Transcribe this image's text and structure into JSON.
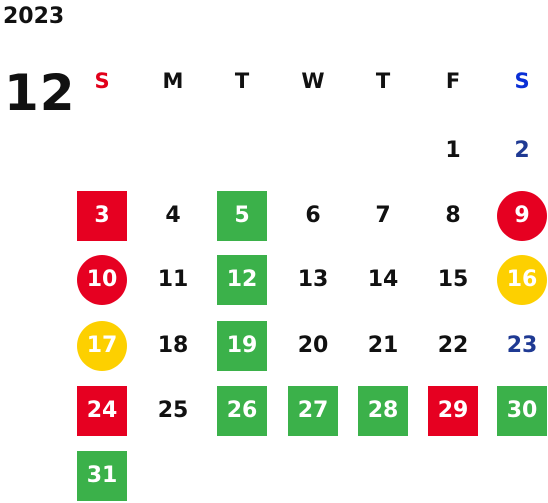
{
  "calendar": {
    "year": "2023",
    "month": "12",
    "weekdays": [
      "S",
      "M",
      "T",
      "W",
      "T",
      "F",
      "S"
    ],
    "weeks": [
      [
        null,
        null,
        null,
        null,
        null,
        {
          "day": "1",
          "style": "plain"
        },
        {
          "day": "2",
          "style": "sat-plain"
        }
      ],
      [
        {
          "day": "3",
          "style": "red-box"
        },
        {
          "day": "4",
          "style": "plain"
        },
        {
          "day": "5",
          "style": "green-box"
        },
        {
          "day": "6",
          "style": "plain"
        },
        {
          "day": "7",
          "style": "plain"
        },
        {
          "day": "8",
          "style": "plain"
        },
        {
          "day": "9",
          "style": "red-circle"
        }
      ],
      [
        {
          "day": "10",
          "style": "red-circle"
        },
        {
          "day": "11",
          "style": "plain"
        },
        {
          "day": "12",
          "style": "green-box"
        },
        {
          "day": "13",
          "style": "plain"
        },
        {
          "day": "14",
          "style": "plain"
        },
        {
          "day": "15",
          "style": "plain"
        },
        {
          "day": "16",
          "style": "yellow-circle"
        }
      ],
      [
        {
          "day": "17",
          "style": "yellow-circle"
        },
        {
          "day": "18",
          "style": "plain"
        },
        {
          "day": "19",
          "style": "green-box"
        },
        {
          "day": "20",
          "style": "plain"
        },
        {
          "day": "21",
          "style": "plain"
        },
        {
          "day": "22",
          "style": "plain"
        },
        {
          "day": "23",
          "style": "sat-plain"
        }
      ],
      [
        {
          "day": "24",
          "style": "red-box"
        },
        {
          "day": "25",
          "style": "plain"
        },
        {
          "day": "26",
          "style": "green-box"
        },
        {
          "day": "27",
          "style": "green-box"
        },
        {
          "day": "28",
          "style": "green-box"
        },
        {
          "day": "29",
          "style": "red-box"
        },
        {
          "day": "30",
          "style": "green-box"
        }
      ],
      [
        {
          "day": "31",
          "style": "green-box"
        },
        null,
        null,
        null,
        null,
        null,
        null
      ]
    ],
    "colors": {
      "sunday_header": "#e2001a",
      "saturday_header": "#0a2fd6",
      "saturday_plain_day": "#1f3a93",
      "red": "#e60021",
      "green": "#3bb14a",
      "yellow": "#fdd000"
    }
  }
}
